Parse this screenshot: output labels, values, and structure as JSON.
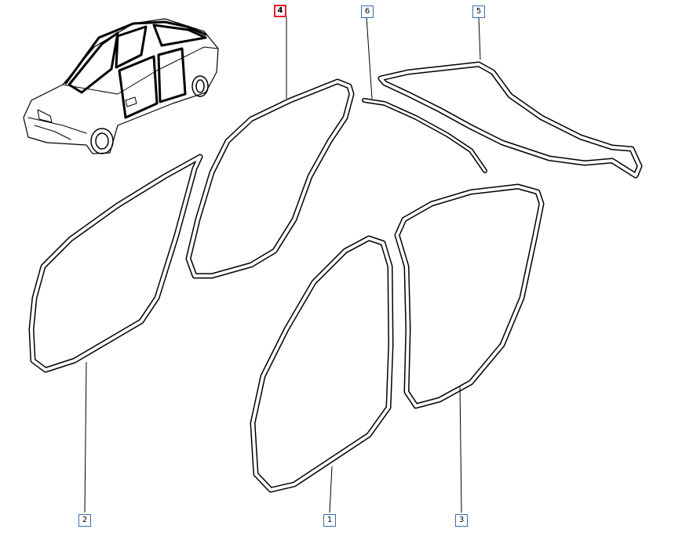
{
  "diagram": {
    "callouts": [
      {
        "id": "callout-4",
        "label": "4",
        "selected": true
      },
      {
        "id": "callout-6",
        "label": "6",
        "selected": false
      },
      {
        "id": "callout-5",
        "label": "5",
        "selected": false
      },
      {
        "id": "callout-2",
        "label": "2",
        "selected": false
      },
      {
        "id": "callout-1",
        "label": "1",
        "selected": false
      },
      {
        "id": "callout-3",
        "label": "3",
        "selected": false
      }
    ],
    "highlight_color": "#e0202a",
    "callout_border_color": "#3a6ea5",
    "parts": [
      "car-overview",
      "rear-door-window-seal",
      "front-door-window-seal",
      "roof-drip-moulding",
      "windscreen-seal",
      "rear-door-seal",
      "front-door-seal",
      "b-pillar-seal"
    ]
  }
}
